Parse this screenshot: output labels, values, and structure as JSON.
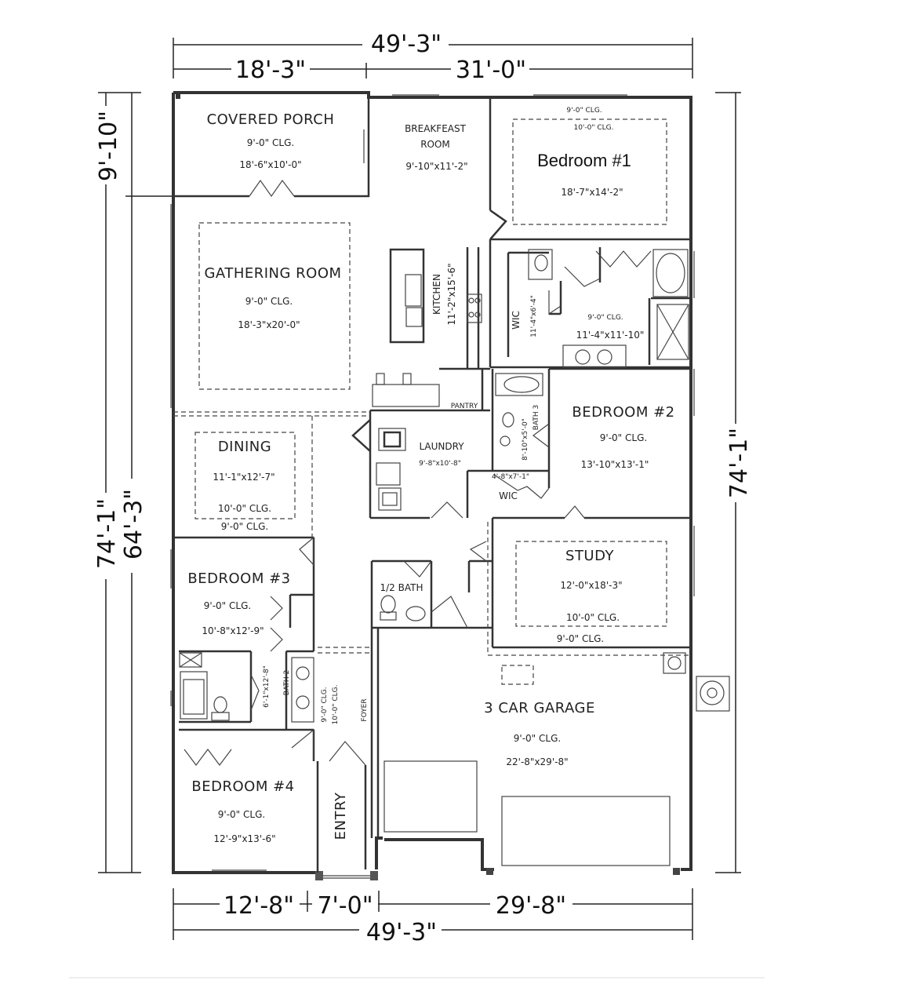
{
  "dimensions": {
    "top_total": "49'-3\"",
    "top_left": "18'-3\"",
    "top_right": "31'-0\"",
    "left_upper": "9'-10\"",
    "left_total": "74'-1\"",
    "left_lower": "64'-3\"",
    "right_total": "74'-1\"",
    "bottom_left": "12'-8\"",
    "bottom_mid": "7'-0\"",
    "bottom_right": "29'-8\"",
    "bottom_total": "49'-3\""
  },
  "rooms": {
    "covered_porch": {
      "name": "COVERED PORCH",
      "ceiling": "9'-0\" CLG.",
      "size": "18'-6\"x10'-0\""
    },
    "breakfast": {
      "name1": "BREAKFEAST",
      "name2": "ROOM",
      "size": "9'-10\"x11'-2\""
    },
    "bedroom1": {
      "ceiling1": "9'-0\" CLG.",
      "ceiling2": "10'-0\" CLG.",
      "name": "Bedroom #1",
      "size": "18'-7\"x14'-2\""
    },
    "gathering": {
      "name": "GATHERING ROOM",
      "ceiling": "9'-0\" CLG.",
      "size": "18'-3\"x20'-0\""
    },
    "kitchen": {
      "name": "KITCHEN",
      "size": "11'-2\"x15'-6\""
    },
    "wic1": {
      "name": "WIC",
      "size": "11'-4\"x6'-4\""
    },
    "master_bath": {
      "ceiling": "9'-0\" CLG.",
      "size": "11'-4\"x11'-10\""
    },
    "pantry": {
      "name": "PANTRY"
    },
    "bath3": {
      "name": "BATH 3",
      "size": "8'-10\"x5'-0\""
    },
    "bedroom2": {
      "name": "BEDROOM #2",
      "ceiling": "9'-0\" CLG.",
      "size": "13'-10\"x13'-1\""
    },
    "laundry": {
      "name": "LAUNDRY",
      "size": "9'-8\"x10'-8\""
    },
    "wic2": {
      "name": "WIC",
      "size": "4'-8\"x7'-1\""
    },
    "dining": {
      "name": "DINING",
      "size": "11'-1\"x12'-7\"",
      "ceiling1": "10'-0\" CLG.",
      "ceiling2": "9'-0\" CLG."
    },
    "study": {
      "name": "STUDY",
      "size": "12'-0\"x18'-3\"",
      "ceiling1": "10'-0\" CLG.",
      "ceiling2": "9'-0\" CLG."
    },
    "half_bath": {
      "name": "1/2 BATH"
    },
    "bedroom3": {
      "name": "BEDROOM #3",
      "ceiling": "9'-0\" CLG.",
      "size": "10'-8\"x12'-9\""
    },
    "bath2": {
      "name": "BATH 2",
      "size": "6'-1\"x12'-8\""
    },
    "foyer": {
      "name": "FOYER",
      "ceiling1": "9'-0\" CLG.",
      "ceiling2": "10'-0\" CLG."
    },
    "garage": {
      "name": "3 CAR GARAGE",
      "ceiling": "9'-0\" CLG.",
      "size": "22'-8\"x29'-8\""
    },
    "bedroom4": {
      "name": "BEDROOM #4",
      "ceiling": "9'-0\" CLG.",
      "size": "12'-9\"x13'-6\""
    },
    "entry": {
      "name": "ENTRY"
    }
  },
  "colors": {
    "ink": "#222222",
    "wall": "#333333",
    "background": "#ffffff"
  }
}
